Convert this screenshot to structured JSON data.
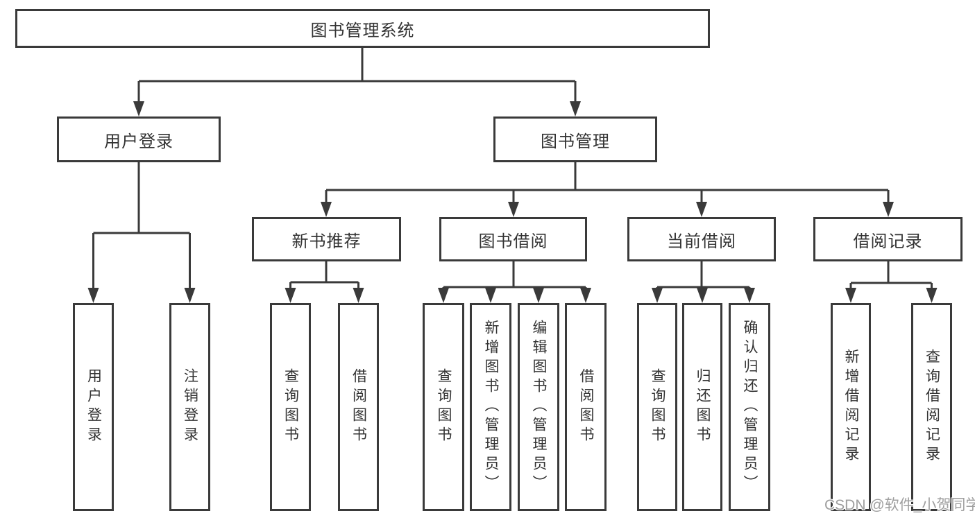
{
  "tree": {
    "label": "图书管理系统",
    "children": [
      {
        "label": "用户登录",
        "children": [
          {
            "label": "用户登录"
          },
          {
            "label": "注销登录"
          }
        ]
      },
      {
        "label": "图书管理",
        "children": [
          {
            "label": "新书推荐",
            "children": [
              {
                "label": "查询图书"
              },
              {
                "label": "借阅图书"
              }
            ]
          },
          {
            "label": "图书借阅",
            "children": [
              {
                "label": "查询图书"
              },
              {
                "label": "新增图书（管理员）"
              },
              {
                "label": "编辑图书（管理员）"
              },
              {
                "label": "借阅图书"
              }
            ]
          },
          {
            "label": "当前借阅",
            "children": [
              {
                "label": "查询图书"
              },
              {
                "label": "归还图书"
              },
              {
                "label": "确认归还（管理员）"
              }
            ]
          },
          {
            "label": "借阅记录",
            "children": [
              {
                "label": "新增借阅记录"
              },
              {
                "label": "查询借阅记录"
              }
            ]
          }
        ]
      }
    ]
  },
  "watermark": {
    "text": "CSDN @软件_小贺同学"
  },
  "colors": {
    "line": "#3a3a3a",
    "text": "#333333",
    "box_fill": "#ffffff",
    "watermark_text": "#9f9f9f",
    "background": "#ffffff"
  }
}
